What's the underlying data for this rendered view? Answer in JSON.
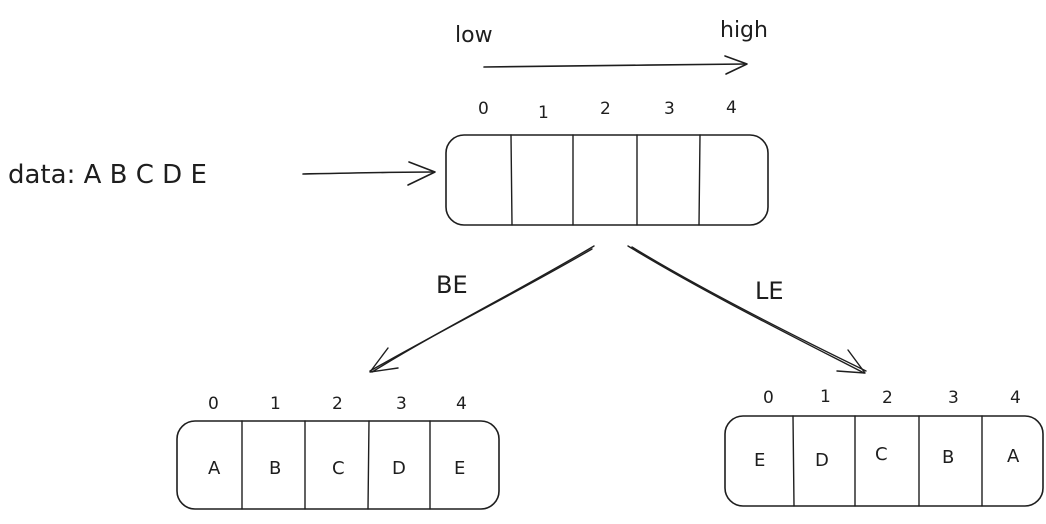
{
  "axis": {
    "low_label": "low",
    "high_label": "high"
  },
  "input": {
    "label": "data: A B C D E"
  },
  "top_array": {
    "indices": [
      "0",
      "1",
      "2",
      "3",
      "4"
    ],
    "cells": [
      "",
      "",
      "",
      "",
      ""
    ]
  },
  "big_endian": {
    "label": "BE",
    "indices": [
      "0",
      "1",
      "2",
      "3",
      "4"
    ],
    "cells": [
      "A",
      "B",
      "C",
      "D",
      "E"
    ]
  },
  "little_endian": {
    "label": "LE",
    "indices": [
      "0",
      "1",
      "2",
      "3",
      "4"
    ],
    "cells": [
      "E",
      "D",
      "C",
      "B",
      "A"
    ]
  }
}
